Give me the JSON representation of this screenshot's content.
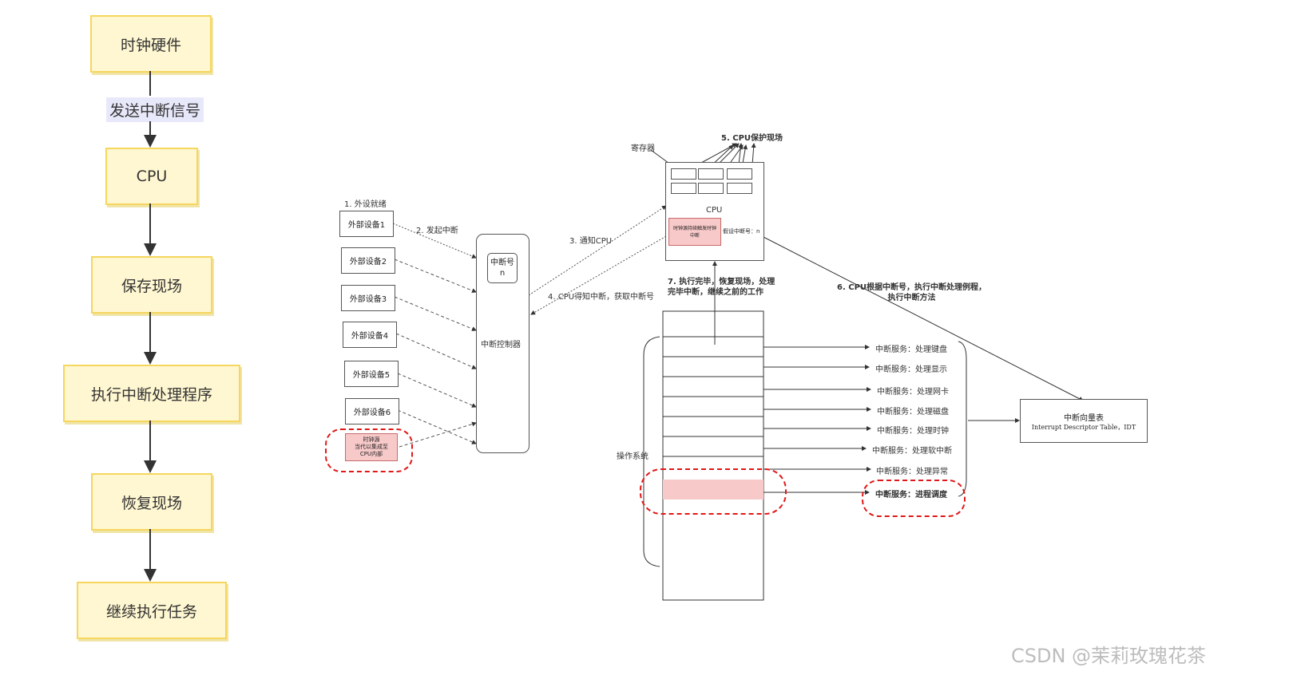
{
  "flow": {
    "steps": [
      "时钟硬件",
      "CPU",
      "保存现场",
      "执行中断处理程序",
      "恢复现场",
      "继续执行任务"
    ],
    "edge_label": "发送中断信号"
  },
  "devices": {
    "ready_label": "1. 外设就绪",
    "items": [
      "外部设备1",
      "外部设备2",
      "外部设备3",
      "外部设备4",
      "外部设备5",
      "外部设备6"
    ],
    "clock_source": "时钟源\n当代以集成至\nCPU内部"
  },
  "controller": {
    "irq_number": "中断号\nn",
    "label": "中断控制器"
  },
  "steps": {
    "s2": "2. 发起中断",
    "s3": "3. 通知CPU",
    "s4": "4. CPU得知中断，获取中断号",
    "s5": "5. CPU保护现场",
    "s6": "6. CPU根据中断号，执行中断处理例程，\n执行中断方法",
    "s7": "7. 执行完毕，恢复现场，处理\n完毕中断，继续之前的工作"
  },
  "cpu": {
    "register_label": "寄存器",
    "title": "CPU",
    "clock_note": "时钟源持续触发时钟\n中断",
    "irq_note": "假设中断号：n"
  },
  "os": {
    "label": "操作系统",
    "services": [
      "中断服务：处理键盘",
      "中断服务：处理显示",
      "中断服务：处理网卡",
      "中断服务：处理磁盘",
      "中断服务：处理时钟",
      "中断服务：处理软中断",
      "中断服务：处理异常",
      "中断服务：进程调度"
    ]
  },
  "idt": {
    "title": "中断向量表",
    "subtitle": "Interrupt Descriptor Table，IDT"
  },
  "watermark": "CSDN @茉莉玫瑰花茶",
  "colors": {
    "flow_fill": "#fff7d1",
    "flow_border": "#f5d65e",
    "highlight_fill": "#f8c9c9",
    "dashed_red": "#e01818"
  }
}
